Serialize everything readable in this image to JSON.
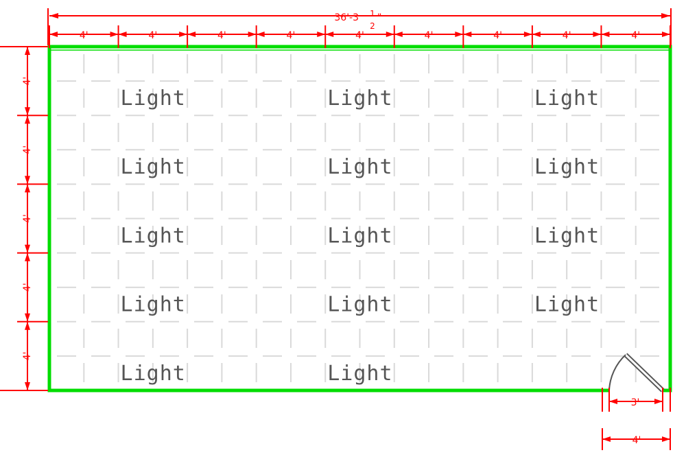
{
  "plan": {
    "overall_width_label": "36'-3",
    "overall_width_fraction_num": "1",
    "overall_width_fraction_den": "2",
    "overall_width_inch_mark": "\"",
    "column_labels": [
      "4'",
      "4'",
      "4'",
      "4'",
      "4'",
      "4'",
      "4'",
      "4'",
      "4'"
    ],
    "row_labels": [
      "4'",
      "4'",
      "4'",
      "4'",
      "4'"
    ],
    "door_label": "3'",
    "bottom_right_label": "4'",
    "light_label": "Light",
    "lights": [
      {
        "row": 0,
        "col": 1
      },
      {
        "row": 0,
        "col": 4
      },
      {
        "row": 0,
        "col": 7
      },
      {
        "row": 1,
        "col": 1
      },
      {
        "row": 1,
        "col": 4
      },
      {
        "row": 1,
        "col": 7
      },
      {
        "row": 2,
        "col": 1
      },
      {
        "row": 2,
        "col": 4
      },
      {
        "row": 2,
        "col": 7
      },
      {
        "row": 3,
        "col": 1
      },
      {
        "row": 3,
        "col": 4
      },
      {
        "row": 3,
        "col": 7
      },
      {
        "row": 4,
        "col": 1
      },
      {
        "row": 4,
        "col": 4
      }
    ],
    "colors": {
      "wall": "#00dd00",
      "dimension": "#ff0000",
      "grid": "#d9d9d9",
      "text": "#555555"
    }
  }
}
